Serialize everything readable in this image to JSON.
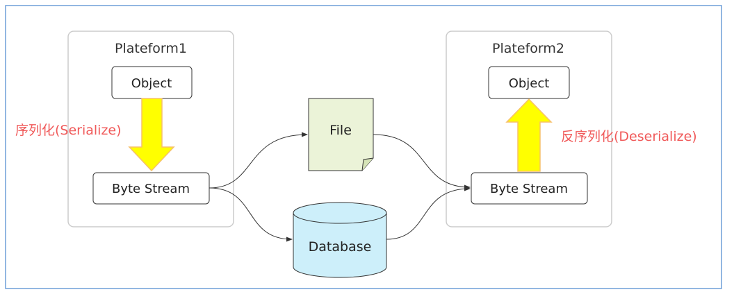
{
  "platform1": {
    "title": "Plateform1",
    "object_label": "Object",
    "stream_label": "Byte Stream"
  },
  "platform2": {
    "title": "Plateform2",
    "object_label": "Object",
    "stream_label": "Byte Stream"
  },
  "storage": {
    "file_label": "File",
    "database_label": "Database"
  },
  "annotations": {
    "serialize": "序列化(Serialize)",
    "deserialize": "反序列化(Deserialize)"
  },
  "colors": {
    "frame_border": "#6f9fd8",
    "platform_border": "#cccccc",
    "box_border": "#333333",
    "arrow_fill": "#ffff00",
    "arrow_stroke": "#f6c16b",
    "file_fill": "#ebf3d8",
    "db_fill": "#cdeffa",
    "annotation": "#f05a5a"
  }
}
